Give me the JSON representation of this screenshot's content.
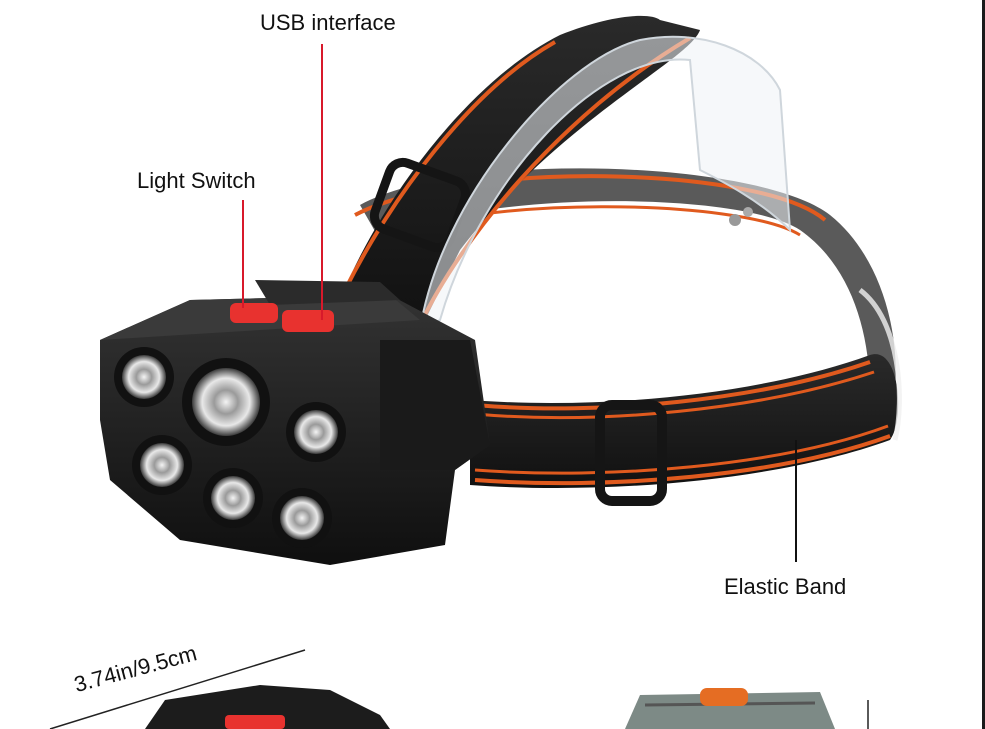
{
  "labels": {
    "usb_interface": "USB interface",
    "light_switch": "Light Switch",
    "elastic_band": "Elastic Band",
    "dimension": "3.74in/9.5cm"
  },
  "colors": {
    "band_black": "#1b1b1b",
    "band_orange": "#e05a1e",
    "button_red": "#e8322f",
    "housing_black": "#202020",
    "callout_red": "#d8192b"
  }
}
